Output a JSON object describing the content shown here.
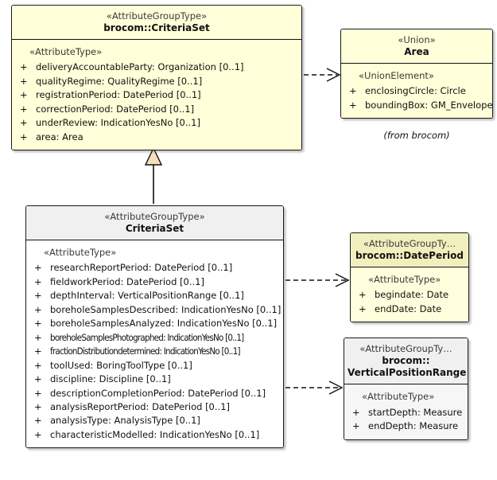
{
  "diagram": {
    "type": "uml-class-diagram",
    "background": "#ffffff",
    "colors": {
      "yellow_fill": "#ffffd9",
      "khaki_header": "#f2efbe",
      "gray_header": "#f0f0f0",
      "white_fill": "#ffffff",
      "border": "#1a1a1a",
      "generalization_triangle_fill": "#f5dfba"
    }
  },
  "classes": {
    "brocom_criteriaset": {
      "stereotype": "«AttributeGroupType»",
      "name": "brocom::CriteriaSet",
      "body_stereotype": "«AttributeType»",
      "attributes": [
        {
          "visibility": "+",
          "signature": "deliveryAccountableParty: Organization [0..1]"
        },
        {
          "visibility": "+",
          "signature": "qualityRegime: QualityRegime [0..1]"
        },
        {
          "visibility": "+",
          "signature": "registrationPeriod: DatePeriod [0..1]"
        },
        {
          "visibility": "+",
          "signature": "correctionPeriod: DatePeriod [0..1]"
        },
        {
          "visibility": "+",
          "signature": "underReview: IndicationYesNo [0..1]"
        },
        {
          "visibility": "+",
          "signature": "area: Area"
        }
      ]
    },
    "area": {
      "stereotype": "«Union»",
      "name": "Area",
      "body_stereotype": "«UnionElement»",
      "attributes": [
        {
          "visibility": "+",
          "signature": "enclosingCircle: Circle"
        },
        {
          "visibility": "+",
          "signature": "boundingBox: GM_Envelope"
        }
      ],
      "caption": "(from brocom)"
    },
    "criteriaset": {
      "stereotype": "«AttributeGroupType»",
      "name": "CriteriaSet",
      "body_stereotype": "«AttributeType»",
      "attributes": [
        {
          "visibility": "+",
          "signature": "researchReportPeriod: DatePeriod [0..1]"
        },
        {
          "visibility": "+",
          "signature": "fieldworkPeriod: DatePeriod [0..1]"
        },
        {
          "visibility": "+",
          "signature": "depthInterval: VerticalPositionRange [0..1]"
        },
        {
          "visibility": "+",
          "signature": "boreholeSamplesDescribed: IndicationYesNo [0..1]"
        },
        {
          "visibility": "+",
          "signature": "boreholeSamplesAnalyzed: IndicationYesNo [0..1]"
        },
        {
          "visibility": "+",
          "signature": "boreholeSamplesPhotographed: IndicationYesNo [0..1]"
        },
        {
          "visibility": "+",
          "signature": "fractionDistributiondetermined: IndicationYesNo [0..1]"
        },
        {
          "visibility": "+",
          "signature": "toolUsed: BoringToolType [0..1]"
        },
        {
          "visibility": "+",
          "signature": "discipline: Discipline [0..1]"
        },
        {
          "visibility": "+",
          "signature": "descriptionCompletionPeriod: DatePeriod [0..1]"
        },
        {
          "visibility": "+",
          "signature": "analysisReportPeriod: DatePeriod [0..1]"
        },
        {
          "visibility": "+",
          "signature": "analysisType: AnalysisType [0..1]"
        },
        {
          "visibility": "+",
          "signature": "characteristicModelled: IndicationYesNo [0..1]"
        }
      ]
    },
    "dateperiod": {
      "stereotype": "«AttributeGroupTy…",
      "name": "brocom::DatePeriod",
      "body_stereotype": "«AttributeType»",
      "attributes": [
        {
          "visibility": "+",
          "signature": "begindate: Date"
        },
        {
          "visibility": "+",
          "signature": "endDate: Date"
        }
      ]
    },
    "verticalpositionrange": {
      "stereotype": "«AttributeGroupTy…",
      "name": "brocom:: VerticalPositionRange",
      "name_line1": "brocom::",
      "name_line2": "VerticalPositionRange",
      "body_stereotype": "«AttributeType»",
      "attributes": [
        {
          "visibility": "+",
          "signature": "startDepth: Measure"
        },
        {
          "visibility": "+",
          "signature": "endDepth: Measure"
        }
      ]
    }
  },
  "relationships": [
    {
      "kind": "dependency",
      "style": "dashed-open-arrow",
      "from": "brocom_criteriaset",
      "to": "area"
    },
    {
      "kind": "generalization",
      "style": "solid-hollow-triangle",
      "from": "criteriaset",
      "to": "brocom_criteriaset"
    },
    {
      "kind": "dependency",
      "style": "dashed-open-arrow",
      "from": "criteriaset",
      "to": "dateperiod"
    },
    {
      "kind": "dependency",
      "style": "dashed-open-arrow",
      "from": "criteriaset",
      "to": "verticalpositionrange"
    }
  ]
}
